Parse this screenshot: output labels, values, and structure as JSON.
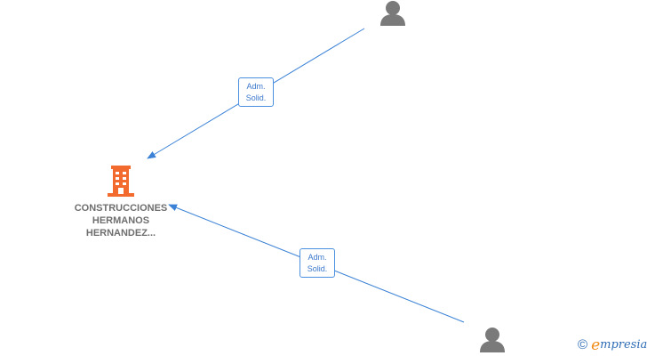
{
  "company": {
    "name_lines": [
      "CONSTRUCCIONES",
      "HERMANOS",
      "HERNANDEZ..."
    ],
    "icon": "building-icon",
    "icon_color": "#f26a2e"
  },
  "persons": [
    {
      "icon": "person-icon"
    },
    {
      "icon": "person-icon"
    }
  ],
  "relations": [
    {
      "label_line1": "Adm.",
      "label_line2": "Solid."
    },
    {
      "label_line1": "Adm.",
      "label_line2": "Solid."
    }
  ],
  "colors": {
    "edge": "#3b82d6",
    "person": "#7a7a7a",
    "label_text": "#6e6e6e"
  },
  "brand": {
    "copyright": "©",
    "initial": "e",
    "name": "mpresia"
  }
}
